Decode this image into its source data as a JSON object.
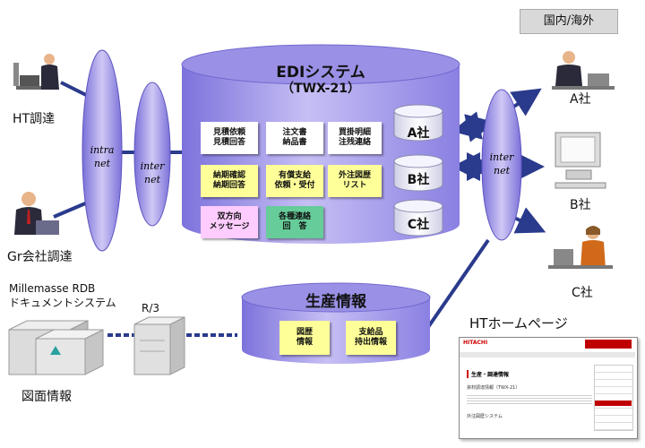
{
  "region_label": "国内/海外",
  "left_nodes": {
    "ht_procurement": "HT調達",
    "gr_procurement": "Gr会社調達",
    "millemasse": "Millemasse RDB\nドキュメントシステム",
    "r3": "R/3",
    "drawing_info": "図面情報"
  },
  "networks": {
    "intranet_left": "intra\nnet",
    "internet_left": "inter\nnet",
    "internet_right": "inter\nnet"
  },
  "edi": {
    "title": "EDIシステム",
    "subtitle": "（TWX-21）",
    "notes": [
      {
        "text": "見積依頼\n見積回答",
        "color": "#ffffff"
      },
      {
        "text": "注文書\n納品書",
        "color": "#ffffff"
      },
      {
        "text": "買掛明細\n注残連絡",
        "color": "#ffffff"
      },
      {
        "text": "納期確認\n納期回答",
        "color": "#ffff99"
      },
      {
        "text": "有償支給\n依頼・受付",
        "color": "#ffff99"
      },
      {
        "text": "外注図歴\nリスト",
        "color": "#ffff99"
      },
      {
        "text": "双方向\nメッセージ",
        "color": "#ffccff"
      },
      {
        "text": "各種連絡\n回　答",
        "color": "#66cc99"
      }
    ],
    "companies": [
      "A社",
      "B社",
      "C社"
    ]
  },
  "production": {
    "title": "生産情報",
    "notes": [
      {
        "text": "図歴\n情報",
        "color": "#ffff99"
      },
      {
        "text": "支給品\n持出情報",
        "color": "#ffff99"
      }
    ]
  },
  "right_nodes": {
    "a_company": "A社",
    "b_company": "B社",
    "c_company": "C社"
  },
  "ht_homepage": {
    "label": "HTホームページ",
    "brand": "HITACHI",
    "page_heading": "生産・調達情報",
    "section1": "資材調達情報（TWX-21）",
    "section2": "外注図歴システム"
  }
}
